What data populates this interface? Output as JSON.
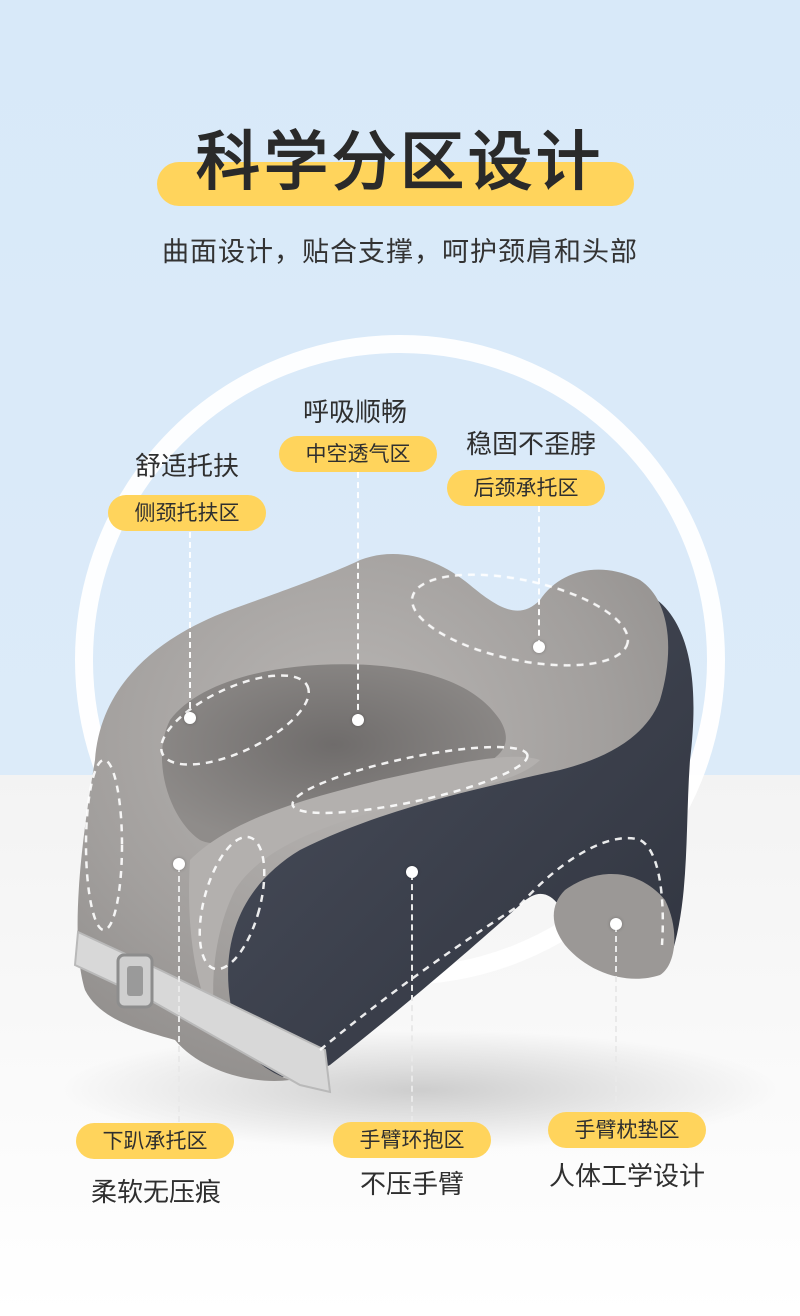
{
  "header": {
    "title": "科学分区设计",
    "subtitle": "曲面设计，贴合支撑，呵护颈肩和头部"
  },
  "zones": {
    "side_neck": {
      "benefit": "舒适托扶",
      "zone": "侧颈托扶区"
    },
    "hollow": {
      "benefit": "呼吸顺畅",
      "zone": "中空透气区"
    },
    "back_neck": {
      "benefit": "稳固不歪脖",
      "zone": "后颈承托区"
    },
    "chin": {
      "zone": "下趴承托区",
      "benefit": "柔软无压痕"
    },
    "arm_hug": {
      "zone": "手臂环抱区",
      "benefit": "不压手臂"
    },
    "arm_pad": {
      "zone": "手臂枕垫区",
      "benefit": "人体工学设计"
    }
  },
  "colors": {
    "accent": "#ffd45c",
    "background_top": "#dcebf9",
    "pillow_grey": "#a3a09f",
    "pillow_dark": "#3f4452"
  }
}
